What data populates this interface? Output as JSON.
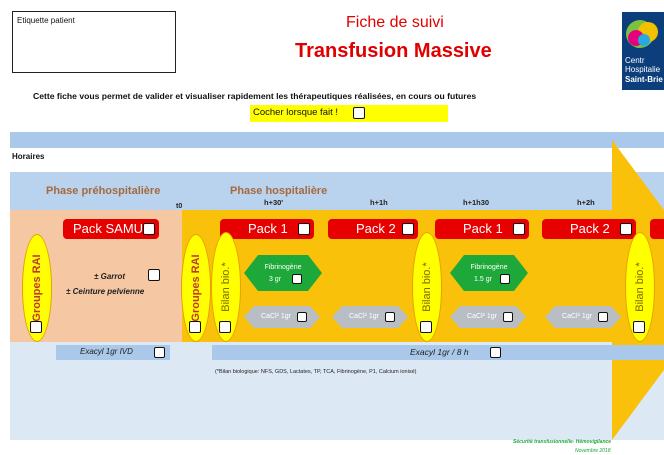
{
  "patient_label": {
    "text": "Etiquette patient"
  },
  "header": {
    "line1": "Fiche de suivi",
    "line2": "Transfusion Massive",
    "subtitle": "Cette fiche vous permet de valider et visualiser rapidement les thérapeutiques réalisées, en cours ou futures"
  },
  "logo": {
    "line1": "Centr",
    "line2": "Hospitalie",
    "line3": "Saint-Brie",
    "icon": "hospital-logo"
  },
  "done_note": {
    "text": "Cocher lorsque fait !"
  },
  "horaires": {
    "text": "Horaires"
  },
  "phases": {
    "pre": "Phase préhospitalière",
    "hosp": "Phase hospitalière"
  },
  "times": [
    "t0",
    "h+30'",
    "h+1h",
    "h+1h30",
    "h+2h"
  ],
  "packs": {
    "samu": "Pack SAMU",
    "p1a": "Pack 1",
    "p2a": "Pack 2",
    "p1b": "Pack 1",
    "p2b": "Pack 2"
  },
  "ovals": {
    "groupes1": "Groupes RAI",
    "groupes2": "Groupes RAI",
    "bilan1": "Bilan bio.*",
    "bilan2": "Bilan bio.*",
    "bilan3": "Bilan bio.*"
  },
  "garrot": {
    "line1": "± Garrot",
    "line2": "± Ceinture pelvienne"
  },
  "fibrino": {
    "label": "Fibrinogène",
    "dose1": "3 gr",
    "dose2": "1.5 gr"
  },
  "cacl": {
    "c1": "CaCl² 1gr",
    "c2": "CaCl² 1gr",
    "c3": "CaCl² 1gr",
    "c4": "CaCl² 1gr"
  },
  "exacyl": {
    "ivd": "Exacyl 1gr IVD",
    "perf": "Exacyl 1gr / 8 h"
  },
  "footnote": {
    "text": "(*Bilan biologique: NFS, GDS, Lactates, TP, TCA, Fibrinogène, P1, Calcium ionisé)"
  },
  "signature": {
    "line1": "Sécurité transfusionnelle- Hémovigilance",
    "line2": "Novembre 2018"
  },
  "colors": {
    "red": "#e60000",
    "orange": "#f9c10a",
    "salmon": "#f6c7a3",
    "blue": "#a9c8ea",
    "yellow": "#ffff00",
    "green": "#1fa83a"
  }
}
